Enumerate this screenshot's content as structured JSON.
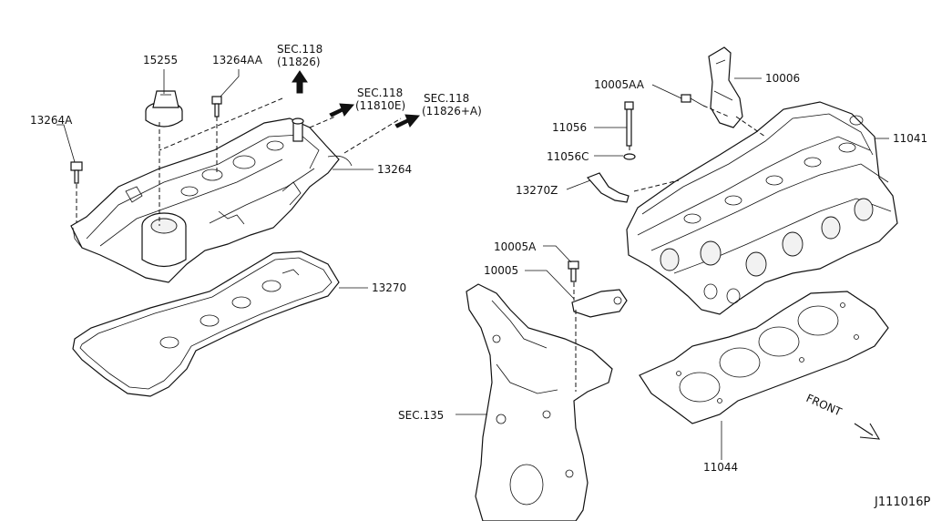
{
  "labels": {
    "p15255": "15255",
    "p13264AA": "13264AA",
    "p13264A": "13264A",
    "p13264": "13264",
    "p13270": "13270",
    "p10005AA": "10005AA",
    "p10006": "10006",
    "p11056": "11056",
    "p11056C": "11056C",
    "p11041": "11041",
    "p13270Z": "13270Z",
    "p10005A": "10005A",
    "p10005": "10005",
    "p11044": "11044",
    "sec135": "SEC.135"
  },
  "sections": {
    "s1_title": "SEC.118",
    "s1_code": "(11826)",
    "s2_title": "SEC.118",
    "s2_code": "(11810E)",
    "s3_title": "SEC.118",
    "s3_code": "(11826+A)"
  },
  "front_label": "FRONT",
  "diagram_id": "J111016P"
}
